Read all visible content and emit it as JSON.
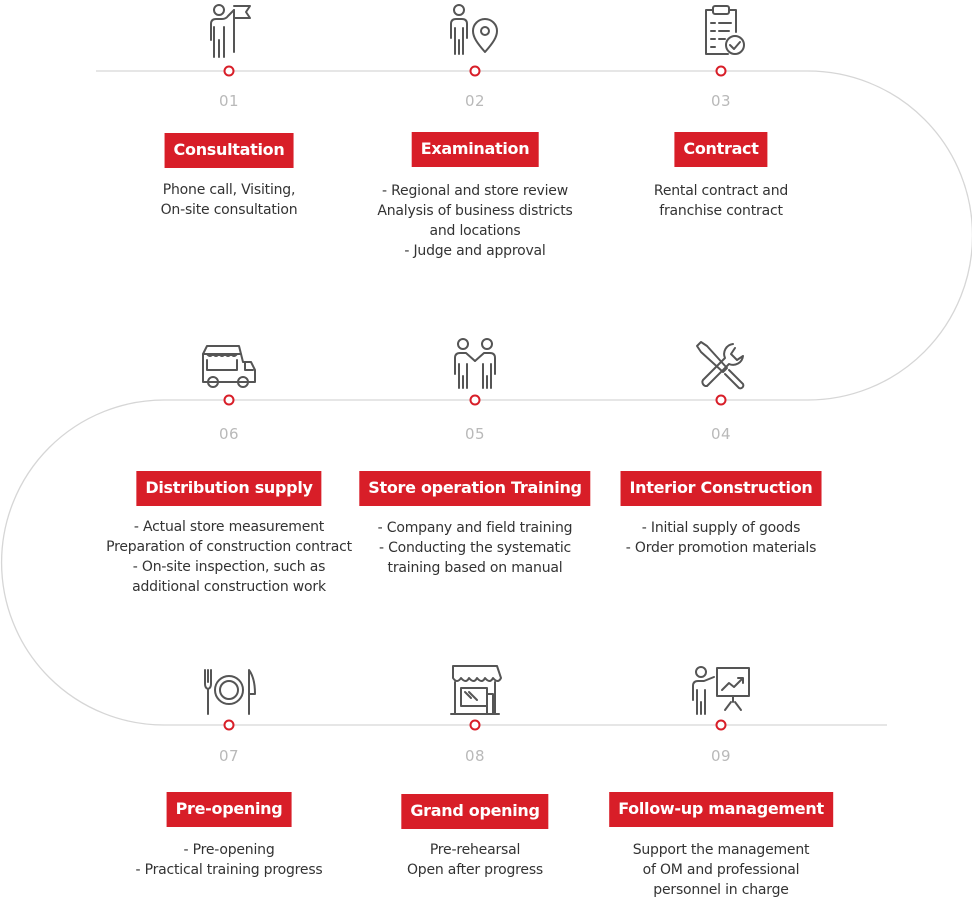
{
  "accent_color": "#d81e28",
  "track_color": "#d6d6d6",
  "steps": [
    {
      "number": "01",
      "title": "Consultation",
      "icon": "flag-person-icon",
      "lines": [
        "Phone call, Visiting,",
        "On-site consultation"
      ]
    },
    {
      "number": "02",
      "title": "Examination",
      "icon": "person-location-pin-icon",
      "lines": [
        "- Regional and store review",
        "Analysis of business districts",
        "and locations",
        "- Judge and approval"
      ]
    },
    {
      "number": "03",
      "title": "Contract",
      "icon": "clipboard-check-icon",
      "lines": [
        "Rental contract and",
        "franchise contract"
      ]
    },
    {
      "number": "04",
      "title": "Interior Construction",
      "icon": "tools-icon",
      "lines": [
        "- Initial supply of goods",
        "- Order promotion materials"
      ]
    },
    {
      "number": "05",
      "title": "Store operation Training",
      "icon": "two-people-icon",
      "lines": [
        "- Company and field training",
        "- Conducting the systematic",
        "training based on manual"
      ]
    },
    {
      "number": "06",
      "title": "Distribution supply",
      "icon": "delivery-truck-icon",
      "lines": [
        "- Actual store measurement",
        "Preparation of construction contract",
        "- On-site inspection, such as",
        "additional construction work"
      ]
    },
    {
      "number": "07",
      "title": "Pre-opening",
      "icon": "plate-cutlery-icon",
      "lines": [
        "- Pre-opening",
        "- Practical training progress"
      ]
    },
    {
      "number": "08",
      "title": "Grand opening",
      "icon": "storefront-icon",
      "lines": [
        "Pre-rehearsal",
        "Open after progress"
      ]
    },
    {
      "number": "09",
      "title": "Follow-up management",
      "icon": "presentation-board-icon",
      "lines": [
        "Support the management",
        "of OM and professional",
        "personnel in charge"
      ]
    }
  ]
}
